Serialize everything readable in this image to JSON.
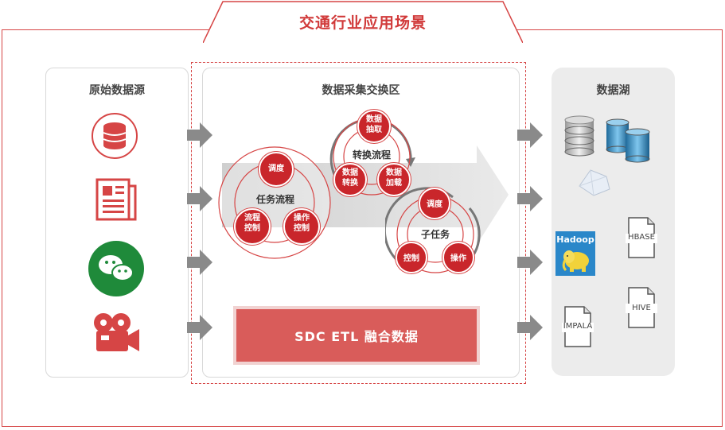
{
  "title": "交通行业应用场景",
  "left_panel": {
    "title": "原始数据源",
    "icons": [
      "database-icon",
      "newspaper-icon",
      "wechat-icon",
      "camera-icon"
    ]
  },
  "mid_panel": {
    "title": "数据采集交换区",
    "task_flow": {
      "center": "任务流程",
      "schedule": "调度",
      "flow_control": [
        "流程",
        "控制"
      ],
      "op_control": [
        "操作",
        "控制"
      ]
    },
    "convert_flow": {
      "center": "转换流程",
      "extract": [
        "数据",
        "抽取"
      ],
      "convert": [
        "数据",
        "转换"
      ],
      "load": [
        "数据",
        "加载"
      ]
    },
    "sub_task": {
      "center": "子任务",
      "schedule": "调度",
      "control": "控制",
      "operate": "操作"
    },
    "etl_label": "SDC ETL 融合数据"
  },
  "right_panel": {
    "title": "数据湖",
    "hadoop": "Hadoop",
    "hbase": "HBASE",
    "hive": "HIVE",
    "impala": "IMPALA"
  },
  "colors": {
    "red": "#d13a3a",
    "node": "#c9262b",
    "etl": "#d95c5a",
    "arrow_gray": "#8a8a8a"
  }
}
